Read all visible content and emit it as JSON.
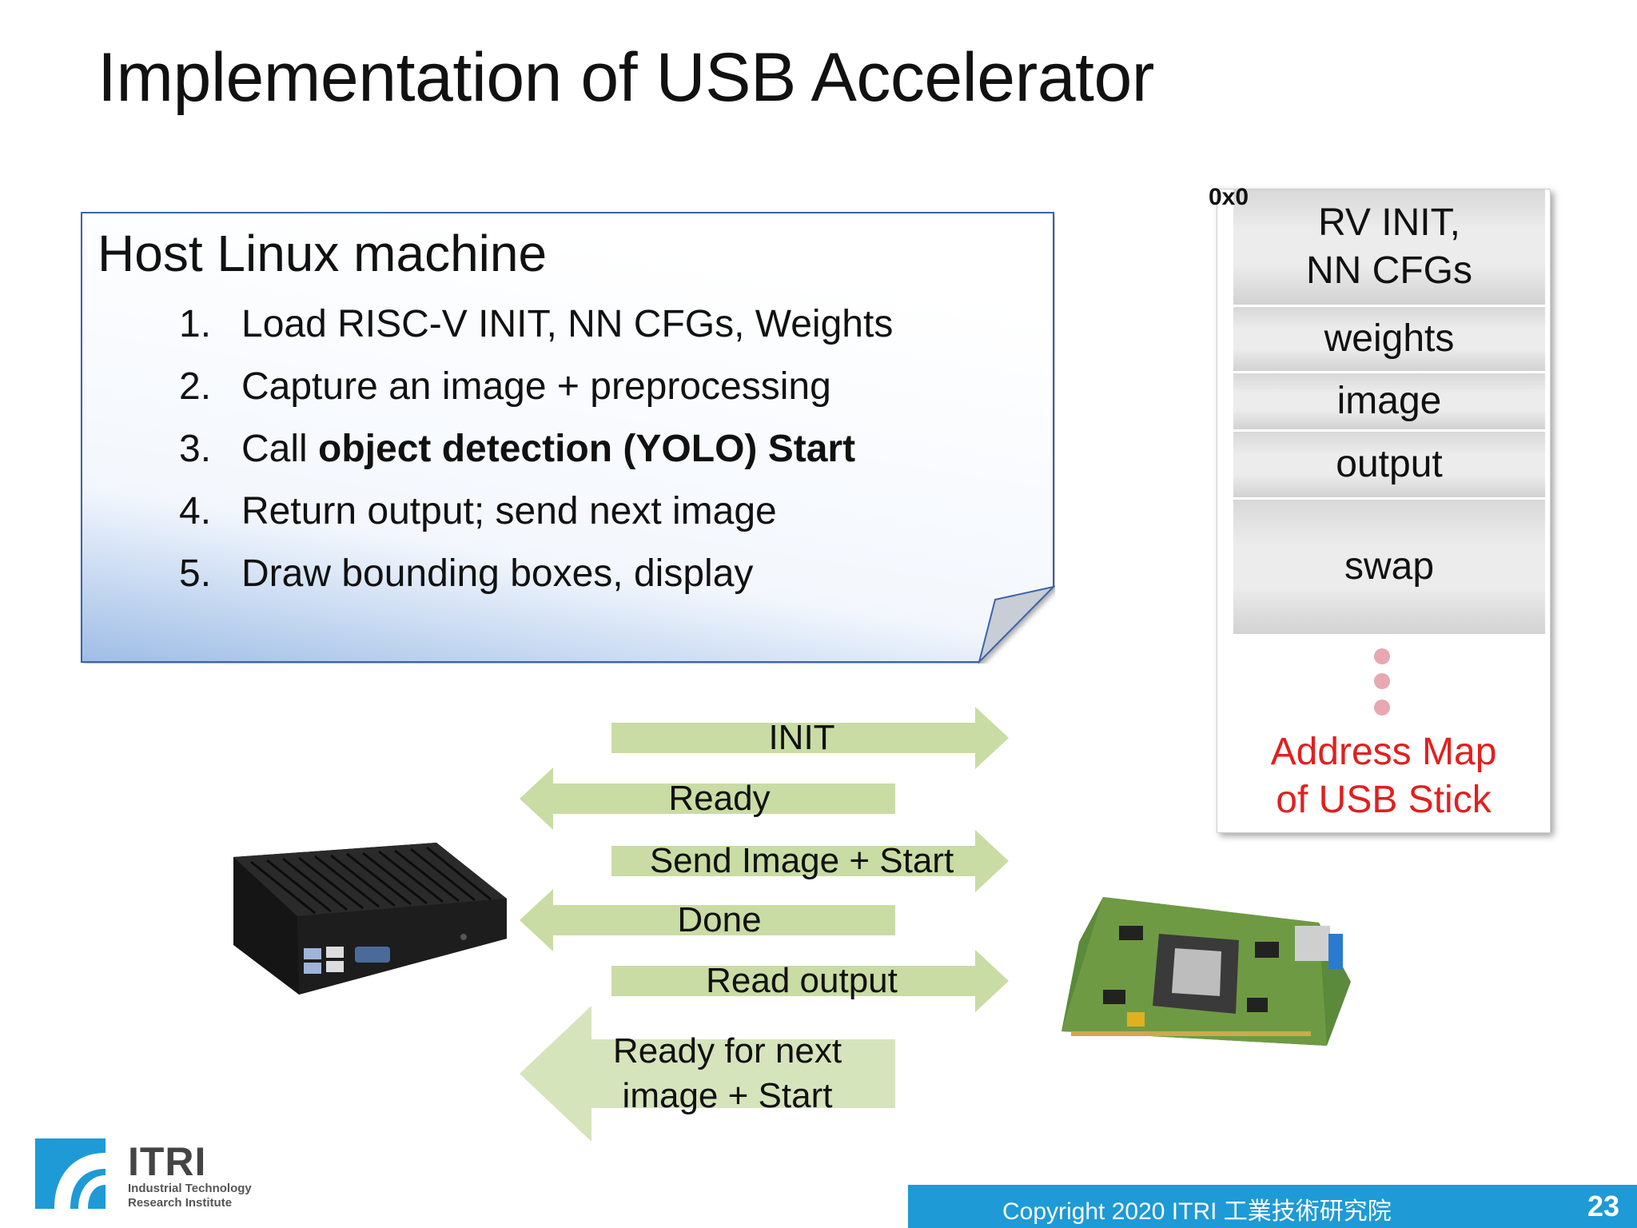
{
  "slide": {
    "title": "Implementation of USB Accelerator",
    "page_number": "23",
    "copyright": "Copyright 2020  ITRI  工業技術研究院"
  },
  "host": {
    "title": "Host Linux machine",
    "steps": [
      {
        "num": "1.",
        "text": "Load RISC-V INIT, NN CFGs, Weights",
        "bold": ""
      },
      {
        "num": "2.",
        "text": "Capture an image + preprocessing",
        "bold": ""
      },
      {
        "num": "3.",
        "text": "Call ",
        "bold": "object detection (YOLO) Start"
      },
      {
        "num": "4.",
        "text": "Return output; send next image",
        "bold": ""
      },
      {
        "num": "5.",
        "text": "Draw bounding boxes, display",
        "bold": ""
      }
    ]
  },
  "address_map": {
    "start_address": "0x0",
    "segments": [
      "RV INIT,\nNN CFGs",
      "weights",
      "image",
      "output",
      "swap"
    ],
    "caption_line1": "Address Map",
    "caption_line2": "of USB Stick"
  },
  "messages": [
    {
      "label": "INIT",
      "direction": "right"
    },
    {
      "label": "Ready",
      "direction": "left"
    },
    {
      "label": "Send Image + Start",
      "direction": "right"
    },
    {
      "label": "Done",
      "direction": "left"
    },
    {
      "label": "Read output",
      "direction": "right"
    },
    {
      "label_line1": "Ready for next",
      "label_line2": "image + Start",
      "direction": "left"
    }
  ],
  "logo": {
    "name": "ITRI",
    "subtitle_line1": "Industrial Technology",
    "subtitle_line2": "Research Institute"
  },
  "colors": {
    "arrow_fill": "#c9dca4",
    "footer_bar": "#1e9ad6",
    "caption_red": "#e02020",
    "note_border": "#3c64a8"
  }
}
